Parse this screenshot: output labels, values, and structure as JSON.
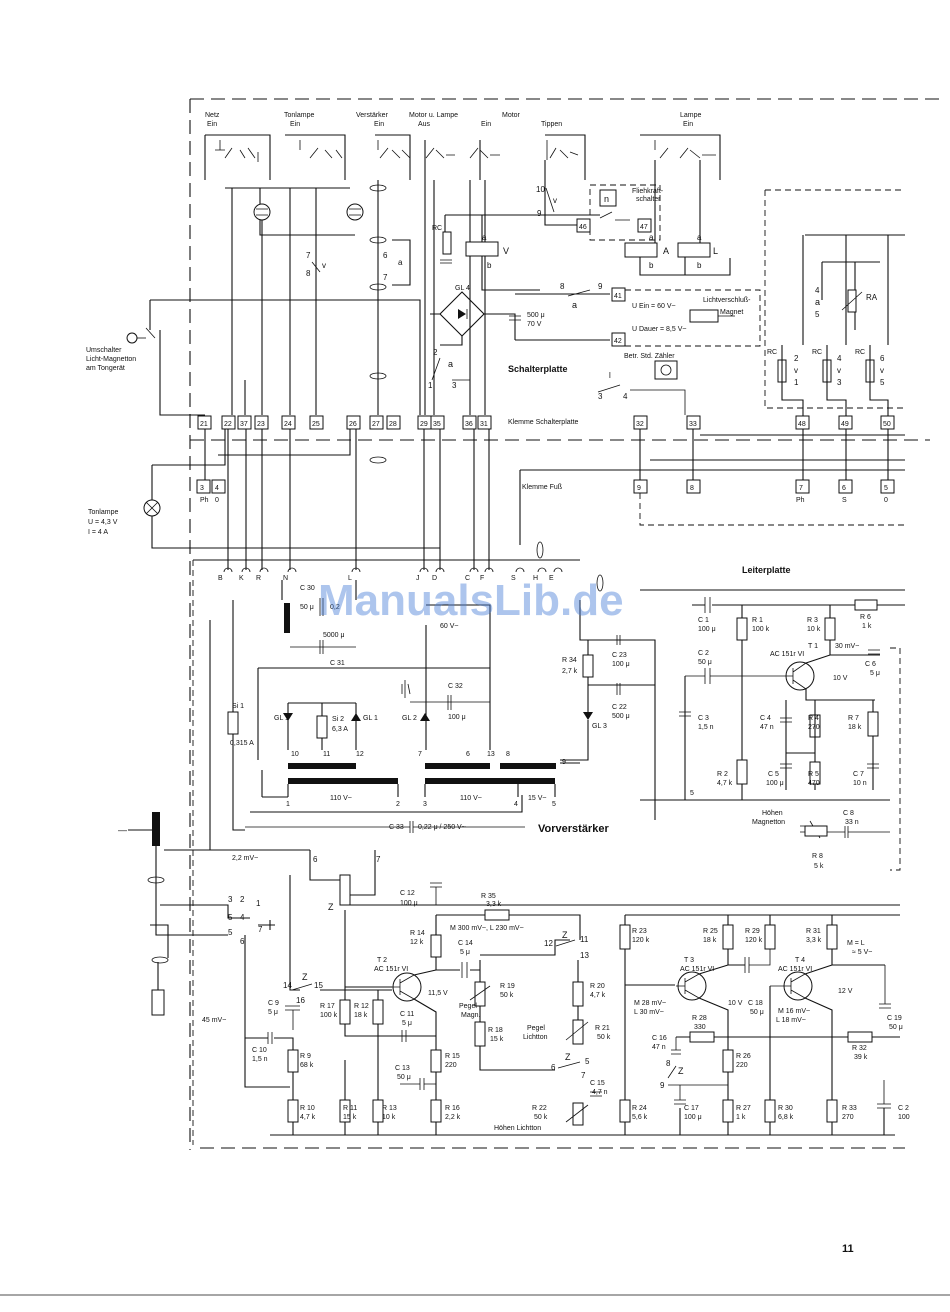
{
  "watermark": "ManualsLib.de",
  "page_number": "11",
  "switches": {
    "netz": {
      "l1": "Netz",
      "l2": "Ein"
    },
    "tonlampe": {
      "l1": "Tonlampe",
      "l2": "Ein"
    },
    "verstaerker": {
      "l1": "Verstärker",
      "l2": "Ein"
    },
    "motor_lampe": {
      "l1": "Motor u. Lampe",
      "l2": "Aus"
    },
    "motor": {
      "l1": "Motor",
      "l2": "Ein"
    },
    "tippen": {
      "l1": "Tippen"
    },
    "lampe": {
      "l1": "Lampe",
      "l2": "Ein"
    }
  },
  "sections": {
    "schalterplatte": "Schalterplatte",
    "klemme_schalterplatte": "Klemme Schalterplatte",
    "klemme_fuss": "Klemme Fuß",
    "leiterplatte": "Leiterplatte",
    "vorverstaerker": "Vorverstärker",
    "umschalter": [
      "Umschalter",
      "Licht-Magnetton",
      "am Tongerät"
    ],
    "tonlampe": [
      "Tonlampe",
      "U = 4,3 V",
      "I = 4 A"
    ],
    "fliehkraft": [
      "Fliehkraft-",
      "schalter"
    ],
    "lichtverschluss": [
      "Lichtverschluß-",
      "Magnet"
    ],
    "betr_zahler": "Betr. Std. Zähler",
    "u_ein": "U Ein = 60 V~",
    "u_dauer": "U Dauer = 8,5 V~",
    "hohen_magnetton": [
      "Höhen",
      "Magnetton"
    ],
    "hohen_lichtton": "Höhen Lichtton",
    "pegel_magn": [
      "Pegel",
      "Magn."
    ],
    "pegel_lichtton": [
      "Pegel",
      "Lichtton"
    ]
  },
  "terminals_top": [
    "21",
    "22",
    "37",
    "23",
    "24",
    "25",
    "26",
    "27",
    "28",
    "29",
    "35",
    "36",
    "31",
    "32",
    "33",
    "48",
    "49",
    "50"
  ],
  "terminals_fuss": [
    "3",
    "4",
    "9",
    "8",
    "7",
    "6",
    "5"
  ],
  "plug_letters": [
    "B",
    "K",
    "R",
    "N",
    "L",
    "J",
    "D",
    "C",
    "F",
    "S",
    "H",
    "E"
  ],
  "power": {
    "c30": [
      "C 30",
      "50 μ",
      "0,2"
    ],
    "c31": [
      "5000 μ",
      "C 31"
    ],
    "v60": "60 V~",
    "c32": [
      "C 32",
      "100 μ"
    ],
    "gl4": "GL 4",
    "c500": [
      "500 μ",
      "70 V"
    ],
    "si1": [
      "Si 1",
      "0,315 A"
    ],
    "si2": [
      "Si 2",
      "6,3 A"
    ],
    "gl1a": "GL 1",
    "gl1b": "GL 1",
    "gl2": "GL 2",
    "gl3": "GL 3",
    "r34": [
      "R 34",
      "2,7 k"
    ],
    "c23": [
      "C 23",
      "100 μ"
    ],
    "c22": [
      "C 22",
      "500 μ"
    ],
    "v110a": "110 V~",
    "v110b": "110 V~",
    "v15": "15 V~",
    "c33": [
      "C 33",
      "0,22 μ / 250 V~"
    ],
    "winding_nums": [
      "10",
      "11",
      "12",
      "7",
      "6",
      "13",
      "8",
      "9",
      "1",
      "2",
      "3",
      "4",
      "5"
    ]
  },
  "leiterplatte": {
    "c1": [
      "C 1",
      "100 μ"
    ],
    "r1": [
      "R 1",
      "100 k"
    ],
    "r3": [
      "R 3",
      "10 k"
    ],
    "r6": [
      "R 6",
      "1 k"
    ],
    "c2": [
      "C 2",
      "50 μ"
    ],
    "t1": [
      "T 1",
      "AC 151r VI"
    ],
    "mv30": "30 mV~",
    "c6": [
      "C 6",
      "5 μ"
    ],
    "v10": "10 V",
    "c3": [
      "C 3",
      "1,5 n"
    ],
    "c4": [
      "C 4",
      "47 n"
    ],
    "r4": [
      "R 4",
      "270"
    ],
    "r7": [
      "R 7",
      "18 k"
    ],
    "r2": [
      "R 2",
      "4,7 k"
    ],
    "c5": [
      "C 5",
      "100 μ"
    ],
    "r5": [
      "R 5",
      "470"
    ],
    "c7": [
      "C 7",
      "10 n"
    ],
    "c8": [
      "C 8",
      "33 n"
    ],
    "r8": [
      "R 8",
      "5 k"
    ]
  },
  "vorverstaerker": {
    "mv22": "2,2 mV~",
    "mv45": "45 mV~",
    "c12": [
      "C 12",
      "100 μ"
    ],
    "r35": [
      "R 35",
      "3,3 k"
    ],
    "m300": "M 300 mV~, L 230 mV~",
    "r14": [
      "R 14",
      "12 k"
    ],
    "c14": [
      "C 14",
      "5 μ"
    ],
    "t2": [
      "T 2",
      "AC 151r VI"
    ],
    "v115": "11,5 V",
    "r19": [
      "R 19",
      "50 k"
    ],
    "r20": [
      "R 20",
      "4,7 k"
    ],
    "r17": [
      "R 17",
      "100 k"
    ],
    "r12": [
      "R 12",
      "18 k"
    ],
    "c11": [
      "C 11",
      "5 μ"
    ],
    "r18": [
      "R 18",
      "15 k"
    ],
    "r21": [
      "R 21",
      "50 k"
    ],
    "c9": [
      "C 9",
      "5 μ"
    ],
    "c10": [
      "C 10",
      "1,5 n"
    ],
    "r9": [
      "R 9",
      "68 k"
    ],
    "c13": [
      "C 13",
      "50 μ"
    ],
    "r15": [
      "R 15",
      "220"
    ],
    "c15": [
      "C 15",
      "4,7 n"
    ],
    "r10": [
      "R 10",
      "4,7 k"
    ],
    "r11": [
      "R 11",
      "15 k"
    ],
    "r13": [
      "R 13",
      "10 k"
    ],
    "r16": [
      "R 16",
      "2,2 k"
    ],
    "r22": [
      "R 22",
      "50 k"
    ]
  },
  "endstufe": {
    "r23": [
      "R 23",
      "120 k"
    ],
    "r25": [
      "R 25",
      "18 k"
    ],
    "r29": [
      "R 29",
      "120 k"
    ],
    "r31": [
      "R 31",
      "3,3 k"
    ],
    "ml": "M = L",
    "v5": "≈ 5 V~",
    "t3": [
      "T 3",
      "AC 151r VI"
    ],
    "t4": [
      "T 4",
      "AC 151r VI"
    ],
    "m28": [
      "M 28 mV~",
      "L 30 mV~"
    ],
    "v10b": "10 V",
    "c18": [
      "C 18",
      "50 μ"
    ],
    "m16": [
      "M 16 mV~",
      "L 18 mV~"
    ],
    "v12": "12 V",
    "c19": [
      "C 19",
      "50 μ"
    ],
    "r28": [
      "R 28",
      "330"
    ],
    "c16": [
      "C 16",
      "47 n"
    ],
    "r26": [
      "R 26",
      "220"
    ],
    "r32": [
      "R 32",
      "39 k"
    ],
    "r24": [
      "R 24",
      "5,6 k"
    ],
    "c17": [
      "C 17",
      "100 μ"
    ],
    "r27": [
      "R 27",
      "1 k"
    ],
    "r30": [
      "R 30",
      "6,8 k"
    ],
    "r33": [
      "R 33",
      "270"
    ],
    "c20": [
      "C 2",
      "100"
    ]
  },
  "relay_labels": {
    "rc": "RC",
    "v": "V",
    "a": "A",
    "l": "L",
    "ra": "RA",
    "n": "n",
    "z": "Z"
  }
}
